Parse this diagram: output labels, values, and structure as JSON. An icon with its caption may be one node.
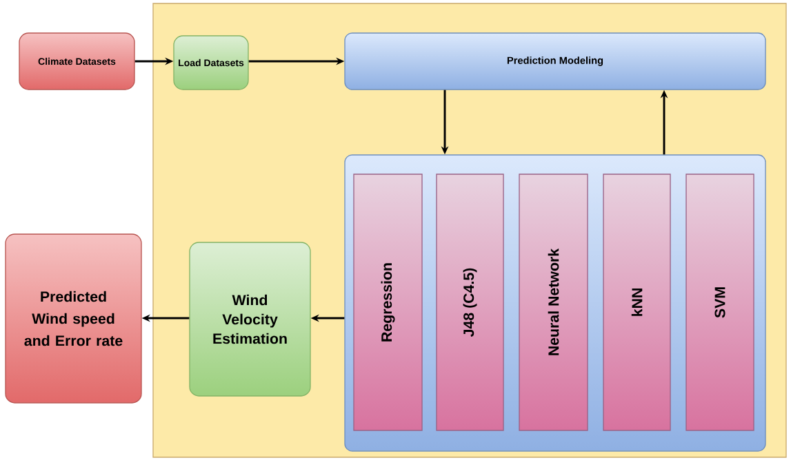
{
  "diagram": {
    "nodes": [
      {
        "text": [],
        "shape": "box"
      },
      {
        "text": [
          "Climate Datasets"
        ]
      },
      {
        "text": [
          "Load Datasets"
        ],
        "in": 0
      },
      {
        "text": [
          "Prediction Modeling"
        ],
        "in": 0
      },
      {
        "text": [],
        "shape": "box",
        "in": 0
      },
      {
        "text": [
          "Regression"
        ],
        "in": 4
      },
      {
        "text": [
          "J48 (C4.5)"
        ],
        "in": 4
      },
      {
        "text": [
          "Neural Network"
        ],
        "in": 4
      },
      {
        "text": [
          "kNN"
        ],
        "in": 4
      },
      {
        "text": [
          "SVM"
        ],
        "in": 4
      },
      {
        "text": [
          "Wind Velocity Estimation"
        ],
        "in": 0
      },
      {
        "text": [
          "Predicted Wind speed and Error rate"
        ]
      }
    ],
    "edges": [
      {
        "from": 1,
        "to": 2,
        "arrow": "to"
      },
      {
        "from": 2,
        "to": 3,
        "arrow": "to"
      },
      {
        "from": 3,
        "to": 4,
        "arrow": "to"
      },
      {
        "from": 4,
        "to": 3,
        "arrow": "to"
      },
      {
        "from": 4,
        "to": 10,
        "arrow": "to"
      },
      {
        "from": 10,
        "to": 11,
        "arrow": "to"
      }
    ]
  }
}
